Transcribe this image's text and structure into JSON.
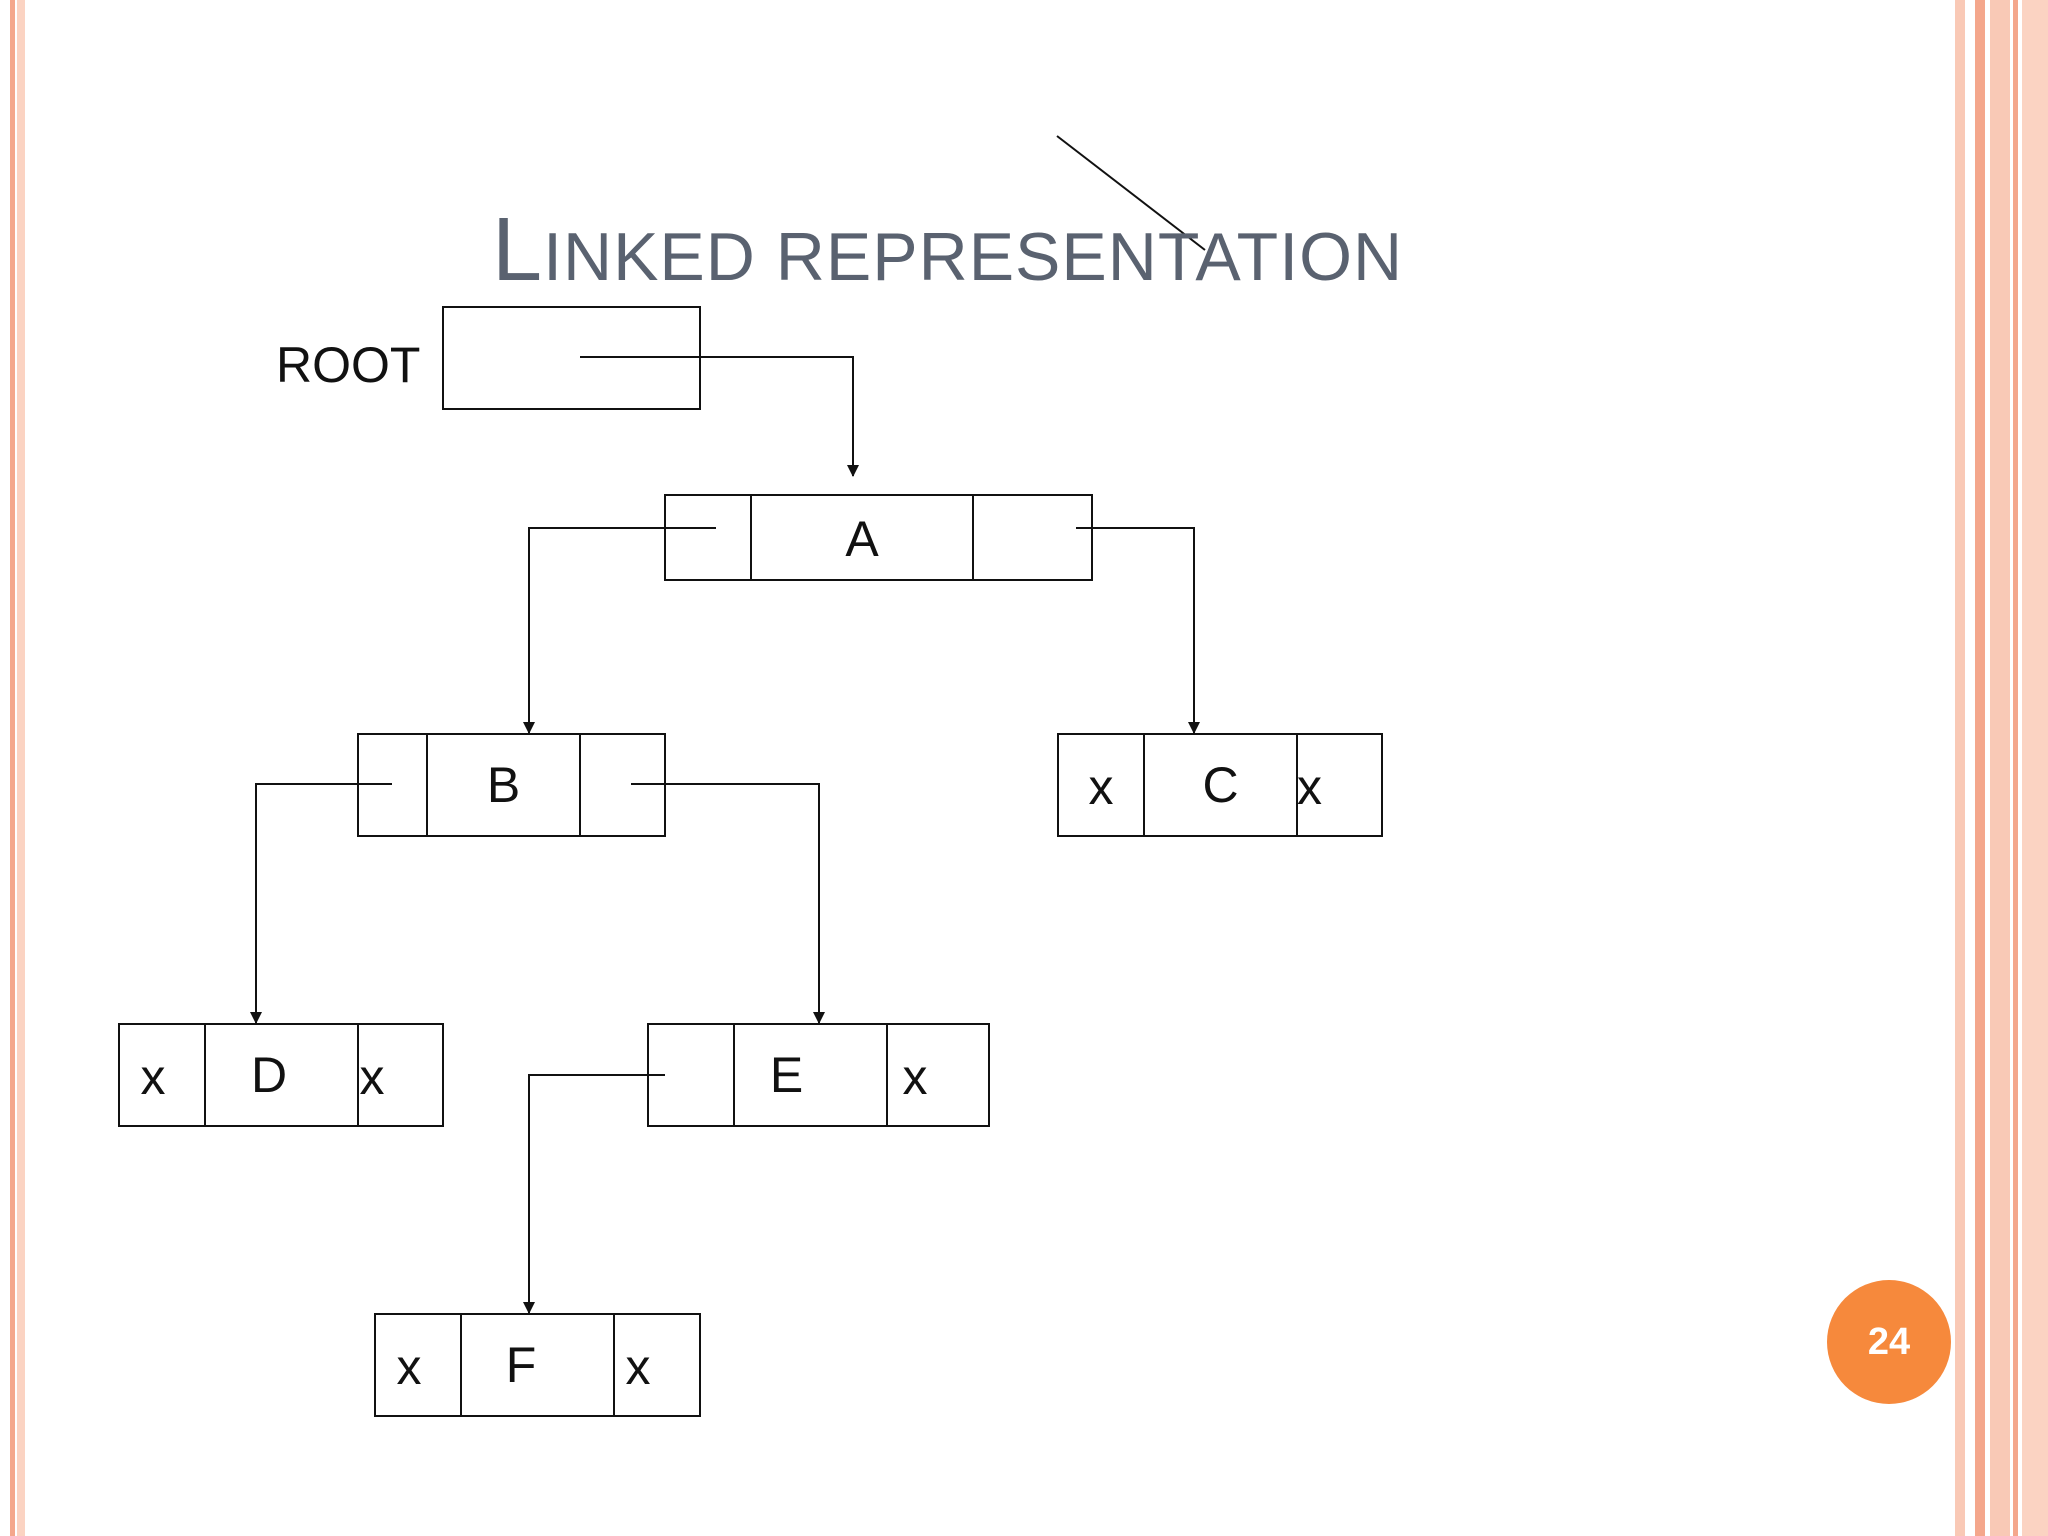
{
  "slide": {
    "title_cap": "L",
    "title_rest": "inked representation",
    "page_number": "24",
    "colors": {
      "border_primary": "#f4a78c",
      "border_secondary": "#f9c9b6",
      "badge": "#f6893c",
      "title": "#5a6270"
    }
  },
  "diagram": {
    "root_label": "ROOT",
    "nodes": {
      "A": {
        "left": "",
        "data": "A",
        "right": ""
      },
      "B": {
        "left": "",
        "data": "B",
        "right": ""
      },
      "C": {
        "left": "x",
        "data": "C",
        "right": "x"
      },
      "D": {
        "left": "x",
        "data": "D",
        "right": "x"
      },
      "E": {
        "left": "",
        "data": "E",
        "right": "x"
      },
      "F": {
        "left": "x",
        "data": "F",
        "right": "x"
      }
    },
    "edges": [
      {
        "from": "ROOT",
        "to": "A"
      },
      {
        "from": "A.left",
        "to": "B"
      },
      {
        "from": "A.right",
        "to": "C"
      },
      {
        "from": "B.left",
        "to": "D"
      },
      {
        "from": "B.right",
        "to": "E"
      },
      {
        "from": "E.left",
        "to": "F"
      }
    ]
  }
}
